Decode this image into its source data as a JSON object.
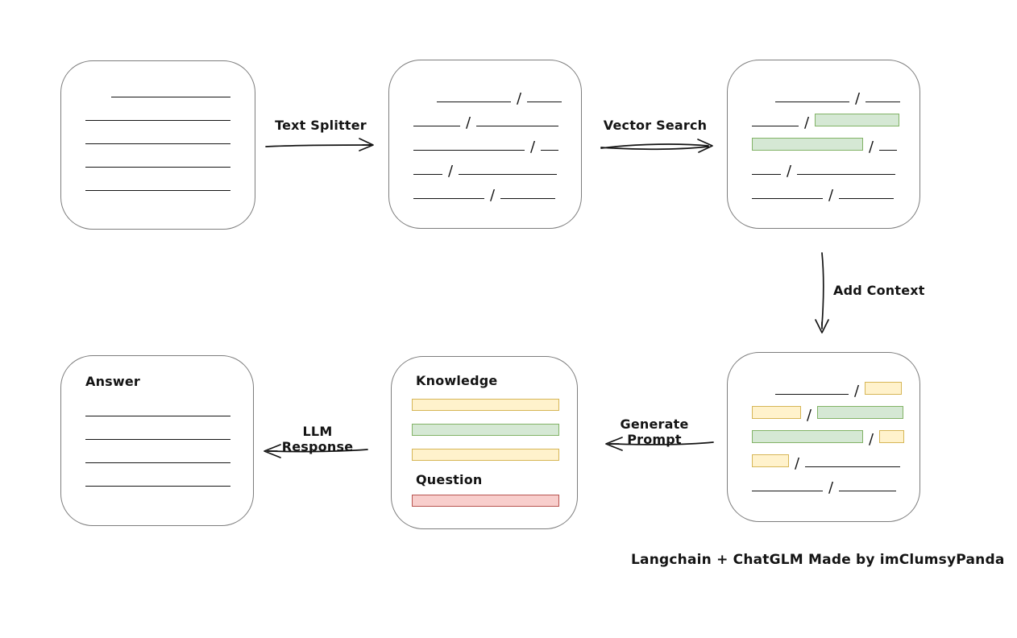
{
  "diagram": {
    "caption": "Langchain + ChatGLM Made by imClumsyPanda",
    "colors": {
      "yellow_fill": "#fff2cc",
      "yellow_border": "#d6b656",
      "green_fill": "#d5e8d4",
      "green_border": "#82b366",
      "red_fill": "#f8cecc",
      "red_border": "#b85450",
      "node_border": "#7d7d7d",
      "ink": "#141414"
    },
    "arrows": {
      "text_splitter": {
        "label": "Text Splitter",
        "direction": "right"
      },
      "vector_search": {
        "label": "Vector Search",
        "direction": "right"
      },
      "add_context": {
        "label": "Add Context",
        "direction": "down"
      },
      "generate_prompt": {
        "label": "Generate Prompt",
        "direction": "left"
      },
      "llm_response": {
        "label": "LLM Response",
        "direction": "left"
      }
    },
    "nodes": {
      "document": {
        "lines": [
          {
            "indent": 32,
            "w": 148
          },
          {
            "w": 180
          },
          {
            "w": 180
          },
          {
            "w": 180
          },
          {
            "w": 180
          }
        ]
      },
      "split_chunks": {
        "rows": [
          {
            "indent": 29,
            "segs": [
              [
                "line",
                92
              ],
              [
                "slash"
              ],
              [
                "line",
                43
              ]
            ]
          },
          {
            "segs": [
              [
                "line",
                58
              ],
              [
                "slash"
              ],
              [
                "line",
                102
              ]
            ]
          },
          {
            "segs": [
              [
                "line",
                138
              ],
              [
                "slash"
              ],
              [
                "line",
                22
              ]
            ]
          },
          {
            "segs": [
              [
                "line",
                36
              ],
              [
                "slash"
              ],
              [
                "line",
                122
              ]
            ]
          },
          {
            "segs": [
              [
                "line",
                88
              ],
              [
                "slash"
              ],
              [
                "line",
                68
              ]
            ]
          }
        ]
      },
      "matched_chunks": {
        "rows": [
          {
            "indent": 29,
            "segs": [
              [
                "line",
                92
              ],
              [
                "slash"
              ],
              [
                "line",
                43
              ]
            ]
          },
          {
            "segs": [
              [
                "line",
                58
              ],
              [
                "slash"
              ],
              [
                "green",
                105
              ]
            ]
          },
          {
            "segs": [
              [
                "green",
                138
              ],
              [
                "slash"
              ],
              [
                "line",
                22
              ]
            ]
          },
          {
            "segs": [
              [
                "line",
                36
              ],
              [
                "slash"
              ],
              [
                "line",
                122
              ]
            ]
          },
          {
            "segs": [
              [
                "line",
                88
              ],
              [
                "slash"
              ],
              [
                "line",
                68
              ]
            ]
          }
        ]
      },
      "context_chunks": {
        "rows": [
          {
            "indent": 29,
            "segs": [
              [
                "line",
                91
              ],
              [
                "slash"
              ],
              [
                "yellow",
                46
              ]
            ]
          },
          {
            "segs": [
              [
                "yellow",
                61
              ],
              [
                "slash"
              ],
              [
                "green",
                107
              ]
            ]
          },
          {
            "segs": [
              [
                "green",
                138
              ],
              [
                "slash"
              ],
              [
                "yellow",
                31
              ]
            ]
          },
          {
            "segs": [
              [
                "yellow",
                46
              ],
              [
                "slash"
              ],
              [
                "line",
                118
              ]
            ]
          },
          {
            "segs": [
              [
                "line",
                88
              ],
              [
                "slash"
              ],
              [
                "line",
                71
              ]
            ]
          }
        ]
      },
      "prompt": {
        "knowledge_label": "Knowledge",
        "question_label": "Question",
        "knowledge_bars": [
          "yellow",
          "green",
          "yellow"
        ],
        "question_bars": [
          "red"
        ]
      },
      "answer": {
        "label": "Answer",
        "lines": [
          {
            "w": 180
          },
          {
            "w": 180
          },
          {
            "w": 180
          },
          {
            "w": 180
          }
        ]
      }
    }
  }
}
